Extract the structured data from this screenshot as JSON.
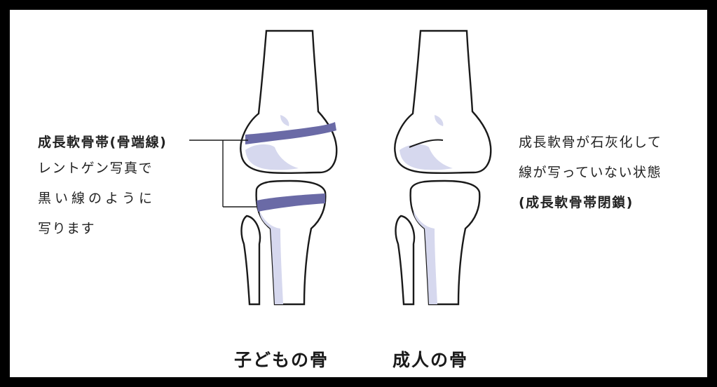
{
  "left_annotation": {
    "title": "成長軟骨帯(骨端線)",
    "lines": [
      "レントゲン写真で",
      "黒い線のように",
      "写ります"
    ]
  },
  "right_annotation": {
    "lines": [
      "成長軟骨が石灰化して",
      "線が写っていない状態"
    ],
    "emphasis": "(成長軟骨帯閉鎖)"
  },
  "captions": {
    "child": "子どもの骨",
    "adult": "成人の骨"
  },
  "colors": {
    "bone_outline": "#1a1a1a",
    "bone_fill": "#ffffff",
    "bone_shade": "#d6d8ee",
    "growth_plate": "#6a6aa6"
  }
}
